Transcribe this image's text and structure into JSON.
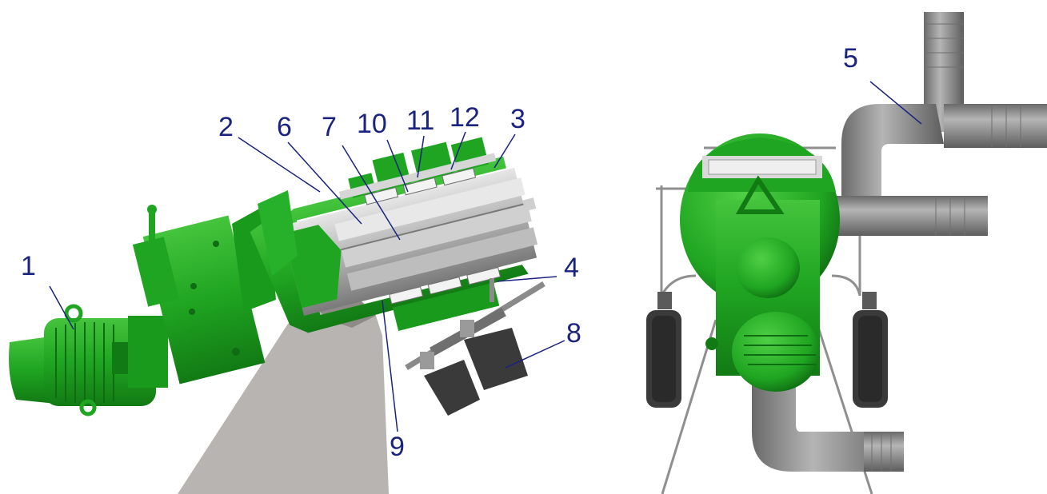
{
  "colors": {
    "machine_green": "#1fa521",
    "machine_green_dark": "#127a14",
    "machine_green_light": "#45c43d",
    "steel_gray": "#a9a9a9",
    "steel_gray_light": "#d6d6d6",
    "steel_gray_dark": "#6f6f6f",
    "pipe_gray": "#8d8d8d",
    "chute_gray": "#b7b4b1",
    "tire_dark": "#3a3a3a",
    "label_blue": "#1a237e",
    "leader_blue": "#1a237e"
  },
  "callouts": [
    {
      "id": "1",
      "text": "1"
    },
    {
      "id": "2",
      "text": "2"
    },
    {
      "id": "3",
      "text": "3"
    },
    {
      "id": "4",
      "text": "4"
    },
    {
      "id": "5",
      "text": "5"
    },
    {
      "id": "6",
      "text": "6"
    },
    {
      "id": "7",
      "text": "7"
    },
    {
      "id": "8",
      "text": "8"
    },
    {
      "id": "9",
      "text": "9"
    },
    {
      "id": "10",
      "text": "10"
    },
    {
      "id": "11",
      "text": "11"
    },
    {
      "id": "12",
      "text": "12"
    }
  ],
  "views": [
    {
      "id": "side-cutaway-view"
    },
    {
      "id": "front-view"
    }
  ]
}
